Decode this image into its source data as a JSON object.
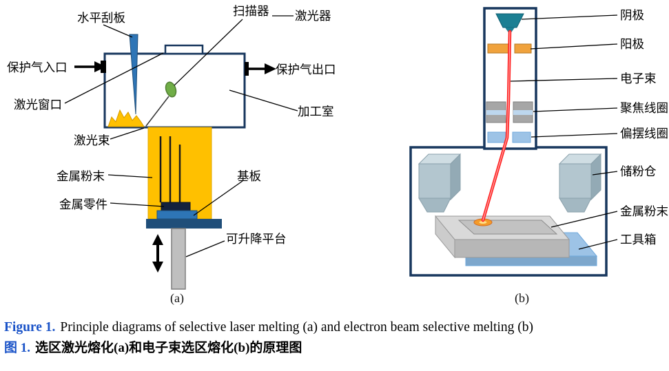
{
  "panel_a": {
    "sublabel": "(a)",
    "labels": {
      "scraper": "水平刮板",
      "scanner": "扫描器",
      "laser": "激光器",
      "gas_inlet": "保护气入口",
      "gas_outlet": "保护气出口",
      "laser_window": "激光窗口",
      "chamber": "加工室",
      "laser_beam": "激光束",
      "metal_powder": "金属粉末",
      "metal_part": "金属零件",
      "substrate": "基板",
      "lift_platform": "可升降平台"
    }
  },
  "panel_b": {
    "sublabel": "(b)",
    "labels": {
      "cathode": "阴极",
      "anode": "阳极",
      "electron_beam": "电子束",
      "focus_coil": "聚焦线圈",
      "deflection_coil": "偏摆线圈",
      "powder_bin": "储粉仓",
      "metal_powder": "金属粉末",
      "tool_box": "工具箱"
    }
  },
  "caption": {
    "en_label": "Figure 1.",
    "en_text": "Principle diagrams of selective laser melting (a) and electron beam selective melting (b)",
    "zh_label": "图 1.",
    "zh_text": "选区激光熔化(a)和电子束选区熔化(b)的原理图"
  },
  "colors": {
    "caption_accent": "#1a53c8",
    "chamber_outline": "#17365d",
    "powder_yellow": "#ffc000",
    "beam_red": "#ff1f1f",
    "scraper_blue": "#2e75b6",
    "scanner_green": "#70ad47",
    "anode_orange": "#f0a23c",
    "cathode_teal": "#1b7f93",
    "coil_blue": "#9dc3e6"
  }
}
